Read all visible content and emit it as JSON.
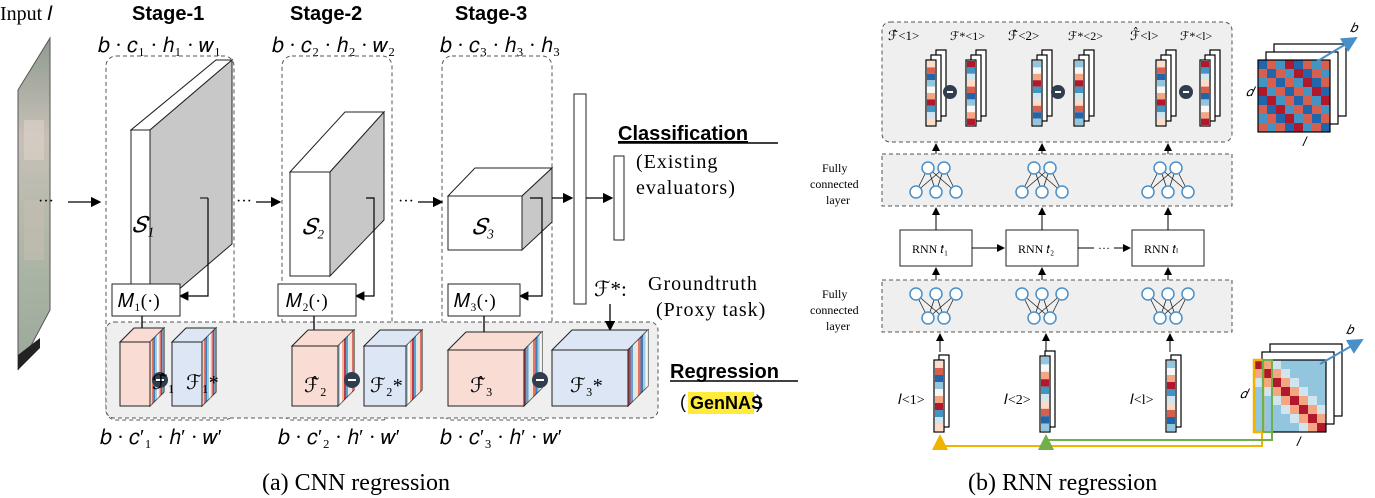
{
  "panel_a": {
    "input_label": "Input 𝐼",
    "stages": [
      {
        "title": "Stage-1",
        "top_dims": "𝑏 · 𝑐₁ · ℎ₁ · 𝑤₁",
        "block": "𝑆₁",
        "module": "𝑀₁(·)",
        "pred": "ℱ̂₁",
        "target": "ℱ₁*",
        "bottom_dims": "𝑏 · 𝑐′₁ · ℎ′ · 𝑤′"
      },
      {
        "title": "Stage-2",
        "top_dims": "𝑏 · 𝑐₂ · ℎ₂ · 𝑤₂",
        "block": "𝑆₂",
        "module": "𝑀₂(·)",
        "pred": "ℱ̂₂",
        "target": "ℱ₂*",
        "bottom_dims": "𝑏 · 𝑐′₂ · ℎ′ · 𝑤′"
      },
      {
        "title": "Stage-3",
        "top_dims": "𝑏 · 𝑐₃ · ℎ₃ · ℎ₃",
        "block": "𝑆₃",
        "module": "𝑀₃(·)",
        "pred": "ℱ̂₃",
        "target": "ℱ₃*",
        "bottom_dims": "𝑏 · 𝑐′₃ · ℎ′ · 𝑤′"
      }
    ],
    "classification": "Classification",
    "existing_1": "(Existing",
    "existing_2": "evaluators)",
    "gt_symbol": "ℱ*:",
    "gt_1": "Groundtruth",
    "gt_2": "(Proxy task)",
    "regression": "Regression",
    "genNAS_open": "(",
    "genNAS": "GenNAS",
    "genNAS_close": ")",
    "caption": "(a) CNN regression"
  },
  "panel_b": {
    "top_labels": [
      "ℱ̂<1>",
      "ℱ*<1>",
      "ℱ̂<2>",
      "ℱ*<2>",
      "ℱ̂<l>",
      "ℱ*<l>"
    ],
    "fc_label": [
      "Fully",
      "connected",
      "layer"
    ],
    "rnn_cells": [
      "RNN 𝑡₁",
      "RNN 𝑡₂",
      "RNN 𝑡ₗ"
    ],
    "inputs": [
      "𝐼<1>",
      "𝐼<2>",
      "𝐼<l>"
    ],
    "cube_d": "𝑑",
    "cube_l": "𝑙",
    "cube_b": "𝑏",
    "caption": "(b) RNN regression"
  },
  "colors": {
    "highlight": "#ffeb3b",
    "arrow_yellow": "#f0b400",
    "arrow_green": "#70b04a",
    "node": "#4a90c8",
    "pred_fill": "#f9dcd4",
    "target_fill": "#dce6f4"
  }
}
